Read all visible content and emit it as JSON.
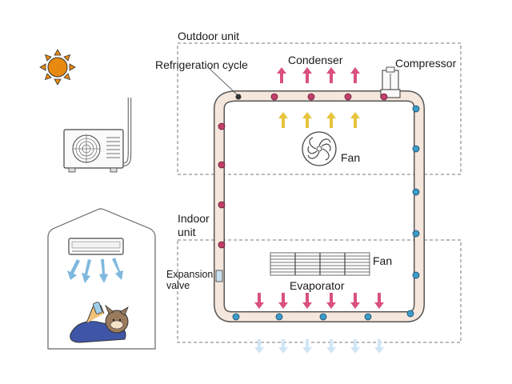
{
  "labels": {
    "outdoor_unit": "Outdoor unit",
    "indoor_unit_line1": "Indoor",
    "indoor_unit_line2": "unit",
    "condenser": "Condenser",
    "compressor": "Compressor",
    "refrigeration_cycle": "Refrigeration cycle",
    "outdoor_fan": "Fan",
    "indoor_fan": "Fan",
    "evaporator": "Evaporator",
    "expansion_valve_line1": "Expansion",
    "expansion_valve_line2": "valve"
  },
  "colors": {
    "pipe_fill": "#f6e7dc",
    "pipe_stroke": "#555555",
    "hot_dot": "#c0406a",
    "cold_dot": "#3d9ac9",
    "hot_arrow": "#d9507d",
    "warm_arrow": "#e6c43a",
    "cool_arrow": "#7fb8de",
    "pale_arrow": "#cfe6f5",
    "sun": "#e98a10",
    "box_dash": "#777777"
  },
  "icons": {
    "sun": "sun-icon",
    "outdoor_ac": "outdoor-ac-unit-icon",
    "indoor_ac": "indoor-ac-unit-icon",
    "house": "house-icon",
    "person": "person-relaxing-icon",
    "fan": "fan-icon",
    "compressor": "compressor-icon"
  }
}
